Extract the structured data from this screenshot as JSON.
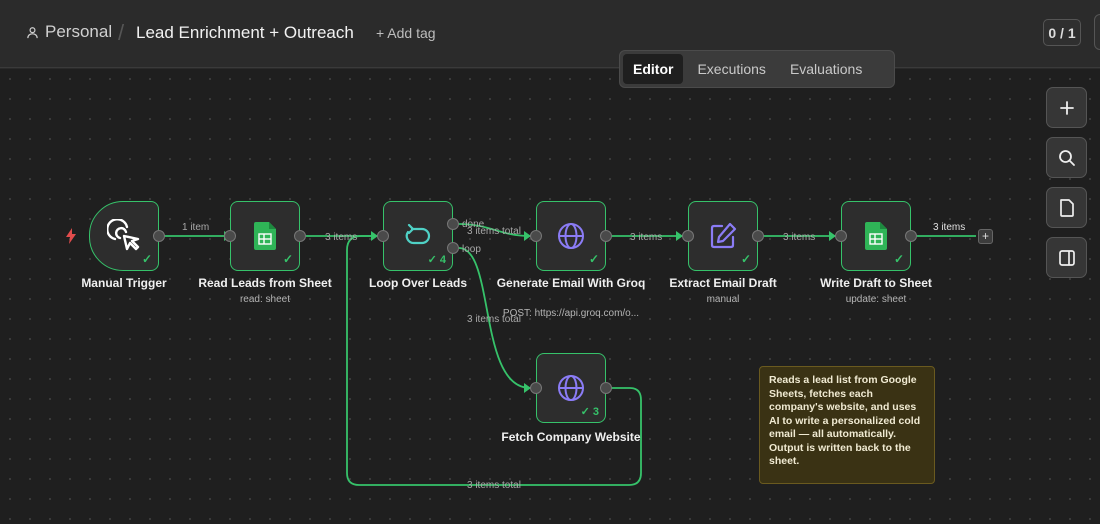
{
  "header": {
    "project": "Personal",
    "separator": "/",
    "workflow_title": "Lead Enrichment + Outreach",
    "add_tag": "+ Add tag",
    "counter": "0 / 1"
  },
  "tabs": [
    {
      "label": "Editor",
      "active": true
    },
    {
      "label": "Executions",
      "active": false
    },
    {
      "label": "Evaluations",
      "active": false
    }
  ],
  "nodes": {
    "manual_trigger": {
      "label": "Manual Trigger",
      "icon": "cursor-click-icon"
    },
    "read_leads": {
      "label": "Read Leads from Sheet",
      "sub": "read: sheet",
      "icon": "google-sheets-icon"
    },
    "loop": {
      "label": "Loop Over Leads",
      "count": "4",
      "icon": "loop-icon",
      "output_done": "done",
      "output_loop": "loop"
    },
    "generate_email": {
      "label": "Generate Email With Groq",
      "sub": "POST: https://api.groq.com/o...",
      "icon": "globe-icon"
    },
    "extract_draft": {
      "label": "Extract Email Draft",
      "sub": "manual",
      "icon": "pencil-icon"
    },
    "write_draft": {
      "label": "Write Draft to Sheet",
      "sub": "update: sheet",
      "icon": "google-sheets-icon"
    },
    "fetch_website": {
      "label": "Fetch Company Website",
      "count": "3",
      "icon": "globe-icon"
    }
  },
  "edges": {
    "trigger_to_read": "1 item",
    "read_to_loop": "3 items",
    "done_to_generate": "3 items total",
    "generate_to_extract": "3 items",
    "extract_to_write": "3 items",
    "write_out": "3 items",
    "loop_to_fetch": "3 items total",
    "fetch_back": "3 items total"
  },
  "sticky_note": "Reads a lead list from Google Sheets, fetches each company's website, and uses AI to write a personalized cold email — all automatically. Output is written back to the sheet.",
  "colors": {
    "success": "#36c26a",
    "accent_purple": "#8b7cf6",
    "sheets_green": "#2fb457",
    "trigger_bolt": "#e24c4c"
  }
}
